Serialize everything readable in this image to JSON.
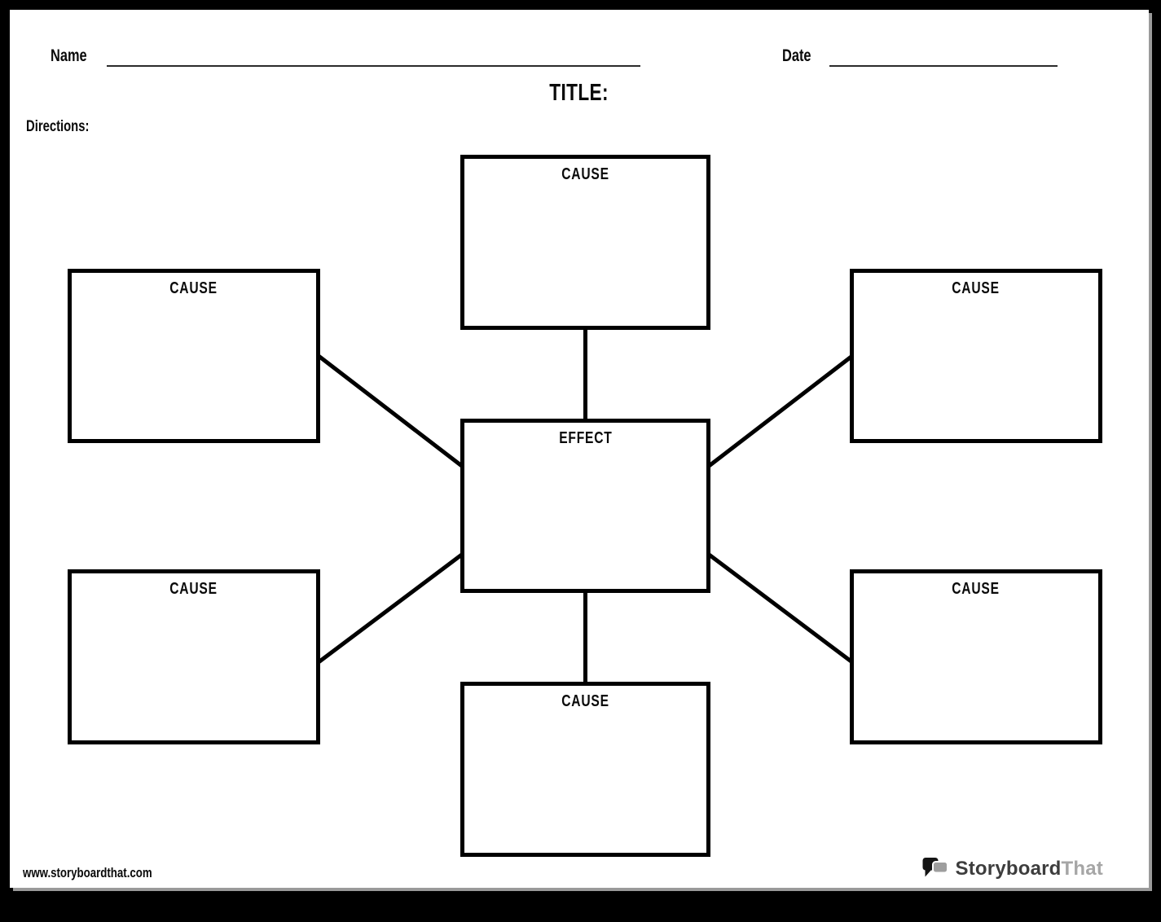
{
  "header": {
    "name_label": "Name",
    "date_label": "Date",
    "title": "TITLE:",
    "directions_label": "Directions:"
  },
  "diagram": {
    "effect": {
      "label": "EFFECT"
    },
    "causes": [
      {
        "position": "top-center",
        "label": "CAUSE"
      },
      {
        "position": "upper-left",
        "label": "CAUSE"
      },
      {
        "position": "upper-right",
        "label": "CAUSE"
      },
      {
        "position": "lower-left",
        "label": "CAUSE"
      },
      {
        "position": "lower-right",
        "label": "CAUSE"
      },
      {
        "position": "bottom-center",
        "label": "CAUSE"
      }
    ]
  },
  "footer": {
    "website": "www.storyboardthat.com",
    "logo_text_primary": "Storyboard",
    "logo_text_secondary": "That"
  },
  "colors": {
    "line": "#000000",
    "page_frame": "#000000",
    "underline": "#2b2b2b",
    "logo_dark": "#3d3d3d",
    "logo_gray": "#9e9e9e"
  }
}
